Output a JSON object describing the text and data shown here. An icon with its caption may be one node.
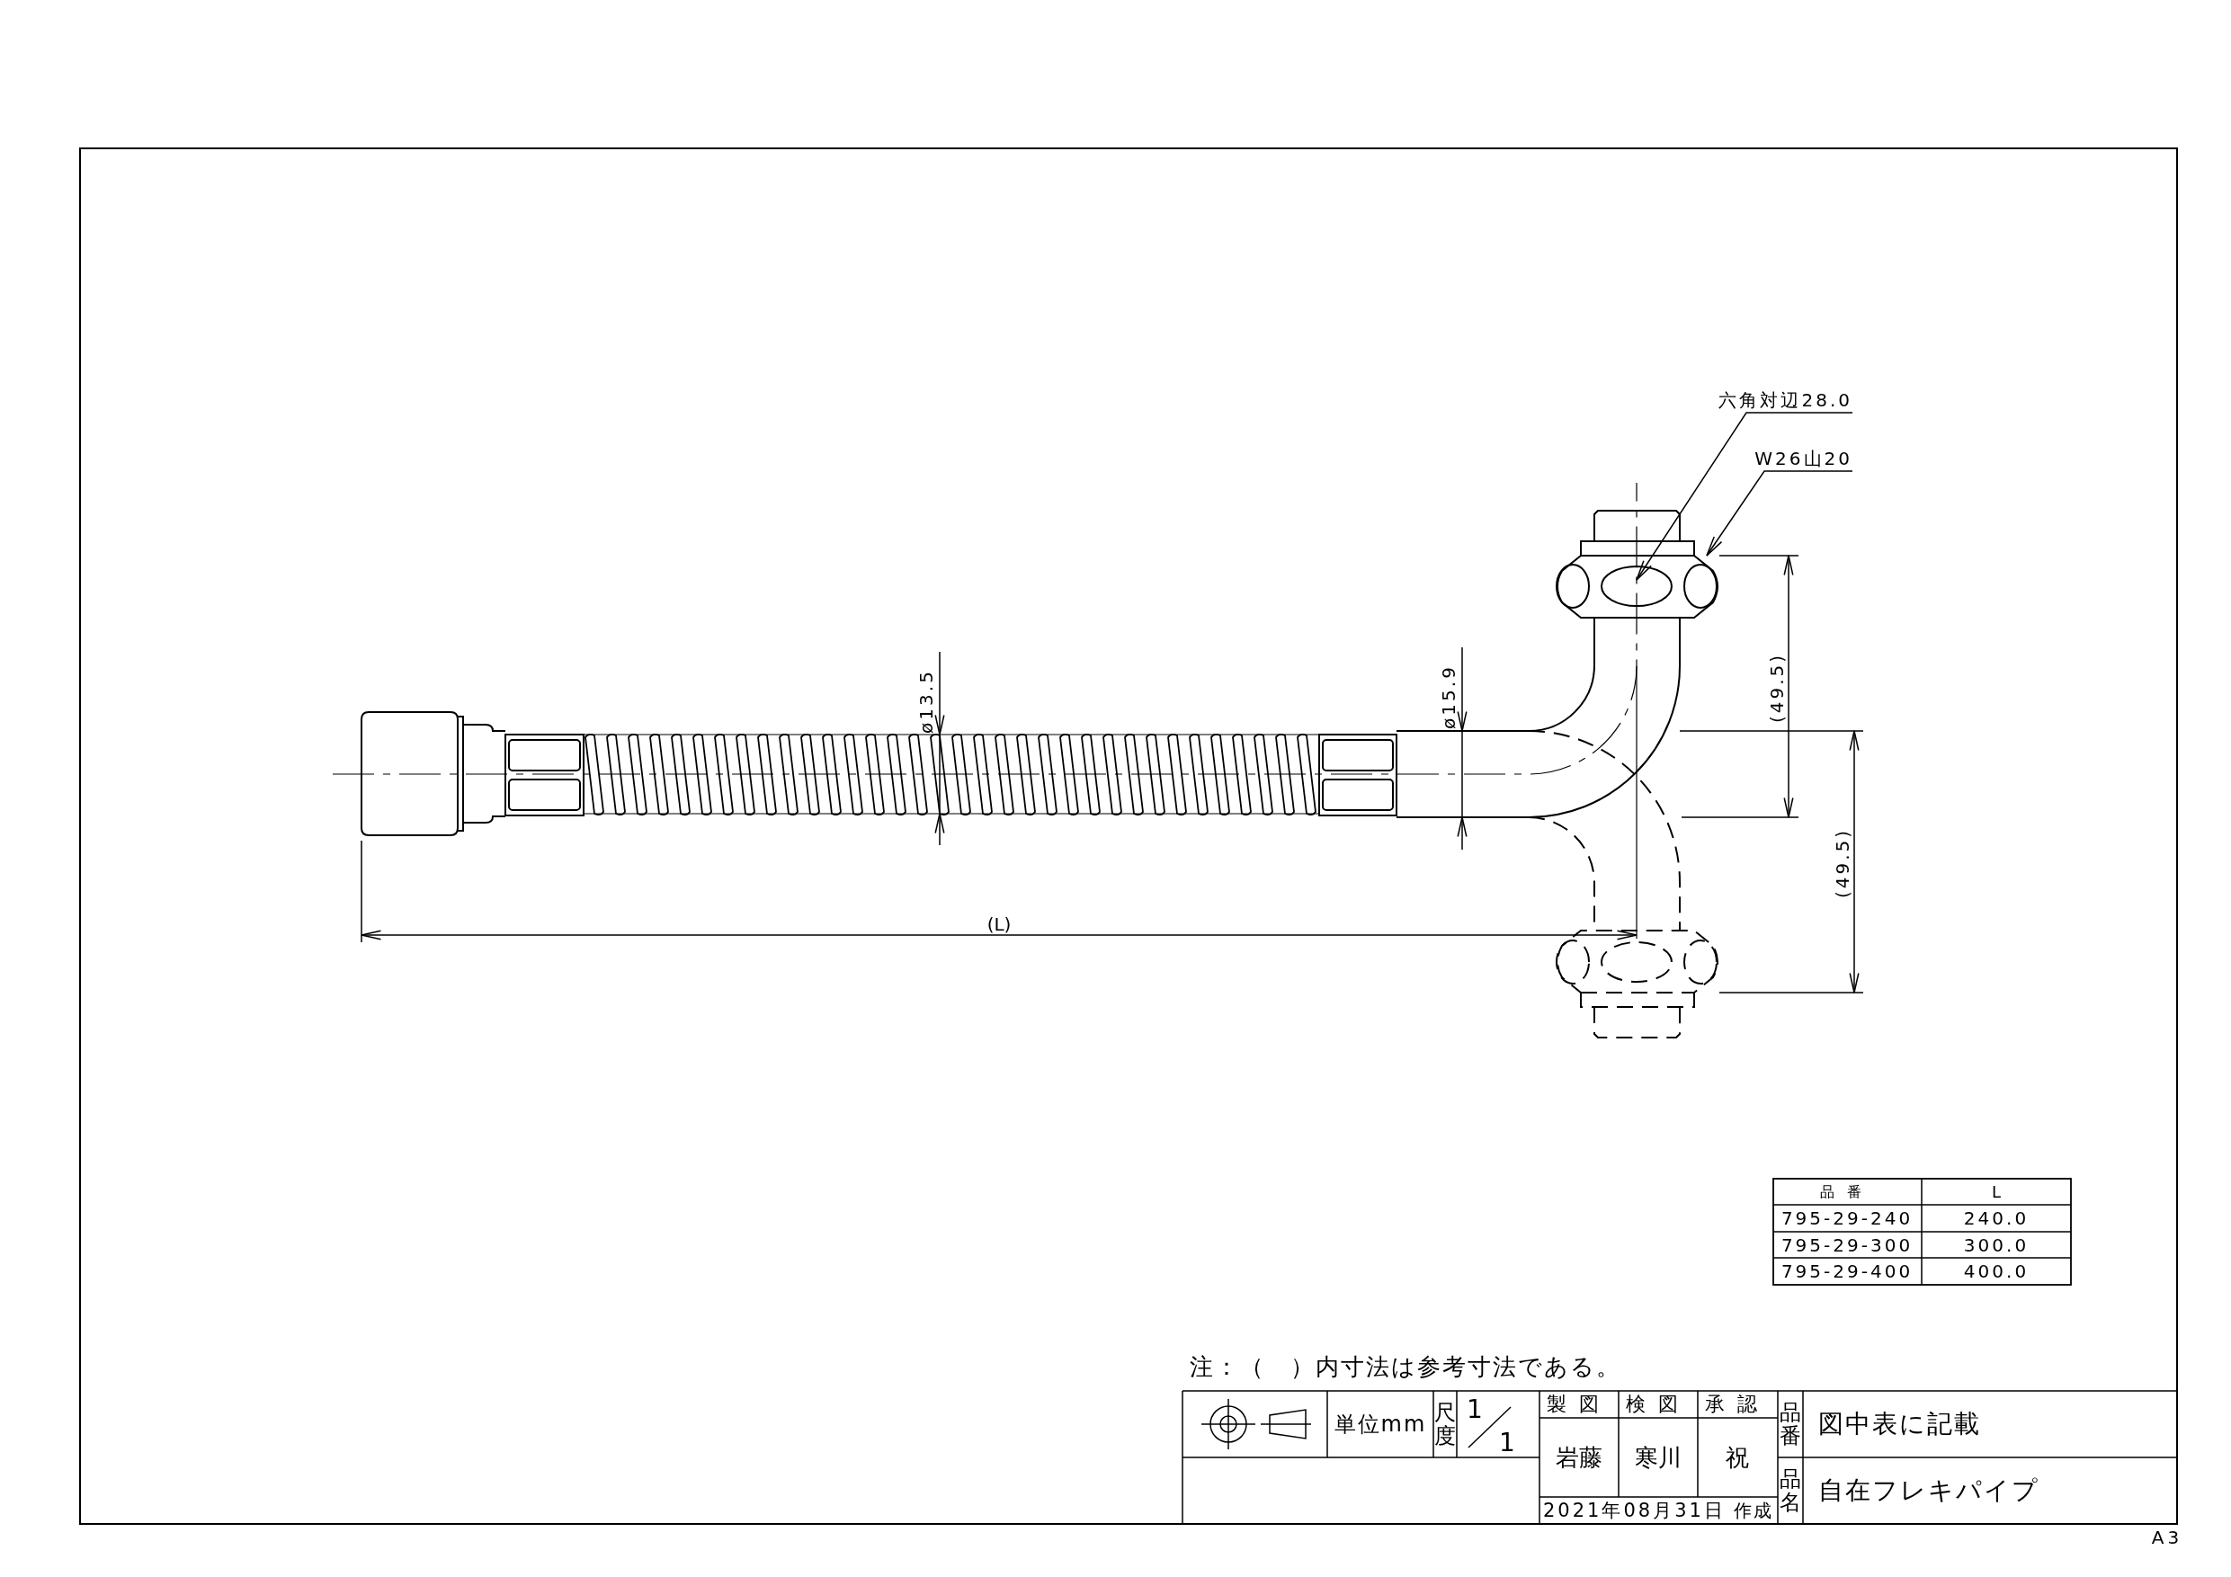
{
  "diagram": {
    "nodes": [
      {
        "text": [
          "六角対辺28.0"
        ]
      },
      {
        "text": [
          "W26山20"
        ]
      },
      {
        "text": [],
        "shape": "picture"
      }
    ],
    "edges": [
      {
        "from": 0,
        "to": 2,
        "arrow": "to"
      },
      {
        "from": 1,
        "to": 2,
        "arrow": "to"
      }
    ],
    "labels": [
      "ø13.5",
      "ø15.9",
      "(49.5)",
      "(49.5)",
      "(L)",
      "品番",
      "L",
      "795-29-240",
      "240.0",
      "795-29-300",
      "300.0",
      "795-29-400",
      "400.0",
      "注：（　）内寸法は参考寸法である。",
      "単位mm",
      "尺度",
      "1",
      "1",
      "製図",
      "検図",
      "承認",
      "品番",
      "図中表に記載",
      "岩藤",
      "寒川",
      "祝",
      "品名",
      "自在フレキパイプ",
      "2021年08月31日",
      "作成",
      "A3"
    ]
  }
}
